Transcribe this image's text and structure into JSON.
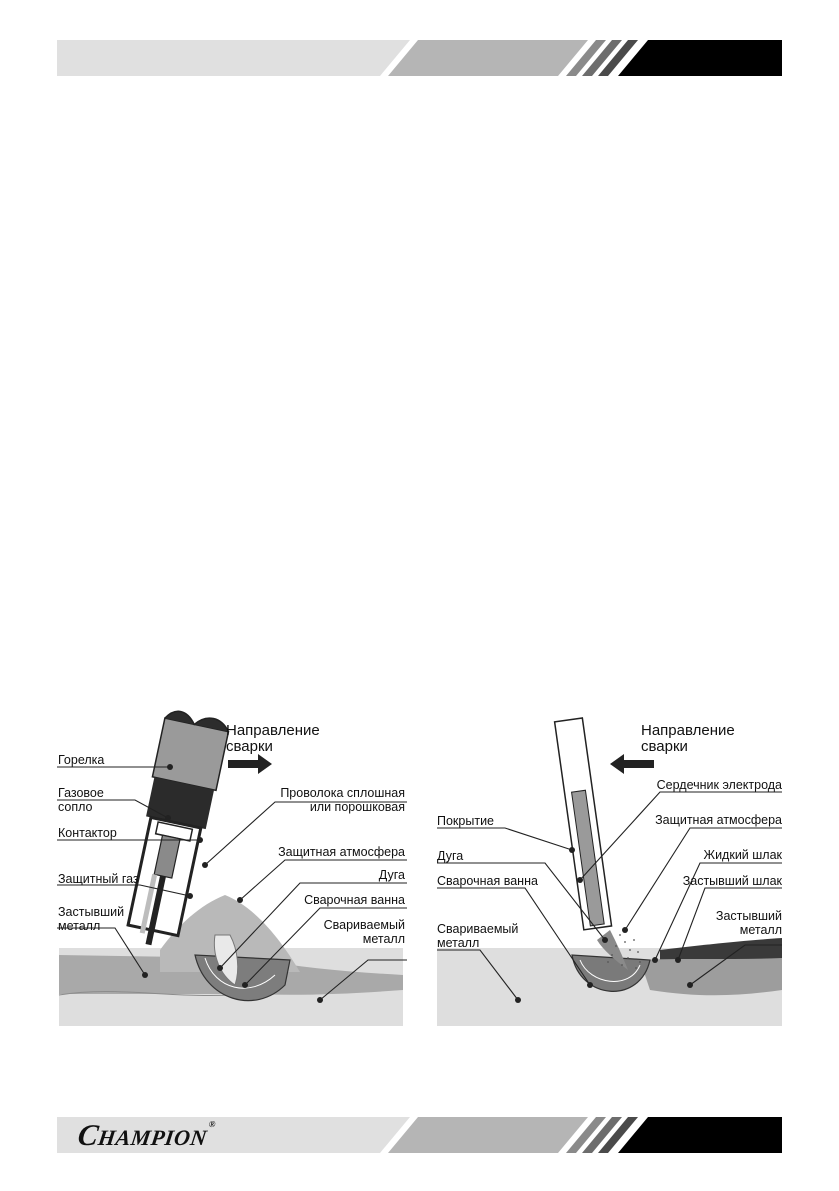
{
  "left_diagram": {
    "direction": [
      "Направление",
      "сварки"
    ],
    "labels": {
      "torch": "Горелка",
      "nozzle": [
        "Газовое",
        "сопло"
      ],
      "wire": [
        "Проволока сплошная",
        "или порошковая"
      ],
      "contact": "Контактор",
      "atmosphere": "Защитная атмосфера",
      "shield_gas": "Защитный газ",
      "arc": "Дуга",
      "solid_metal": [
        "Застывший",
        "металл"
      ],
      "weld_pool": "Сварочная ванна",
      "base_metal": [
        "Свариваемый",
        "металл"
      ]
    }
  },
  "right_diagram": {
    "direction": [
      "Направление",
      "сварки"
    ],
    "labels": {
      "core": "Сердечник электрода",
      "coating": "Покрытие",
      "atmosphere": "Защитная атмосфера",
      "arc": "Дуга",
      "liquid_slag": "Жидкий шлак",
      "weld_pool": "Сварочная ванна",
      "solid_slag": "Застывший шлак",
      "base_metal": [
        "Свариваемый",
        "металл"
      ],
      "solid_metal": [
        "Застывший",
        "металл"
      ]
    }
  },
  "footer": {
    "brand_first": "C",
    "brand_rest": "HAMPION",
    "registered": "®"
  }
}
